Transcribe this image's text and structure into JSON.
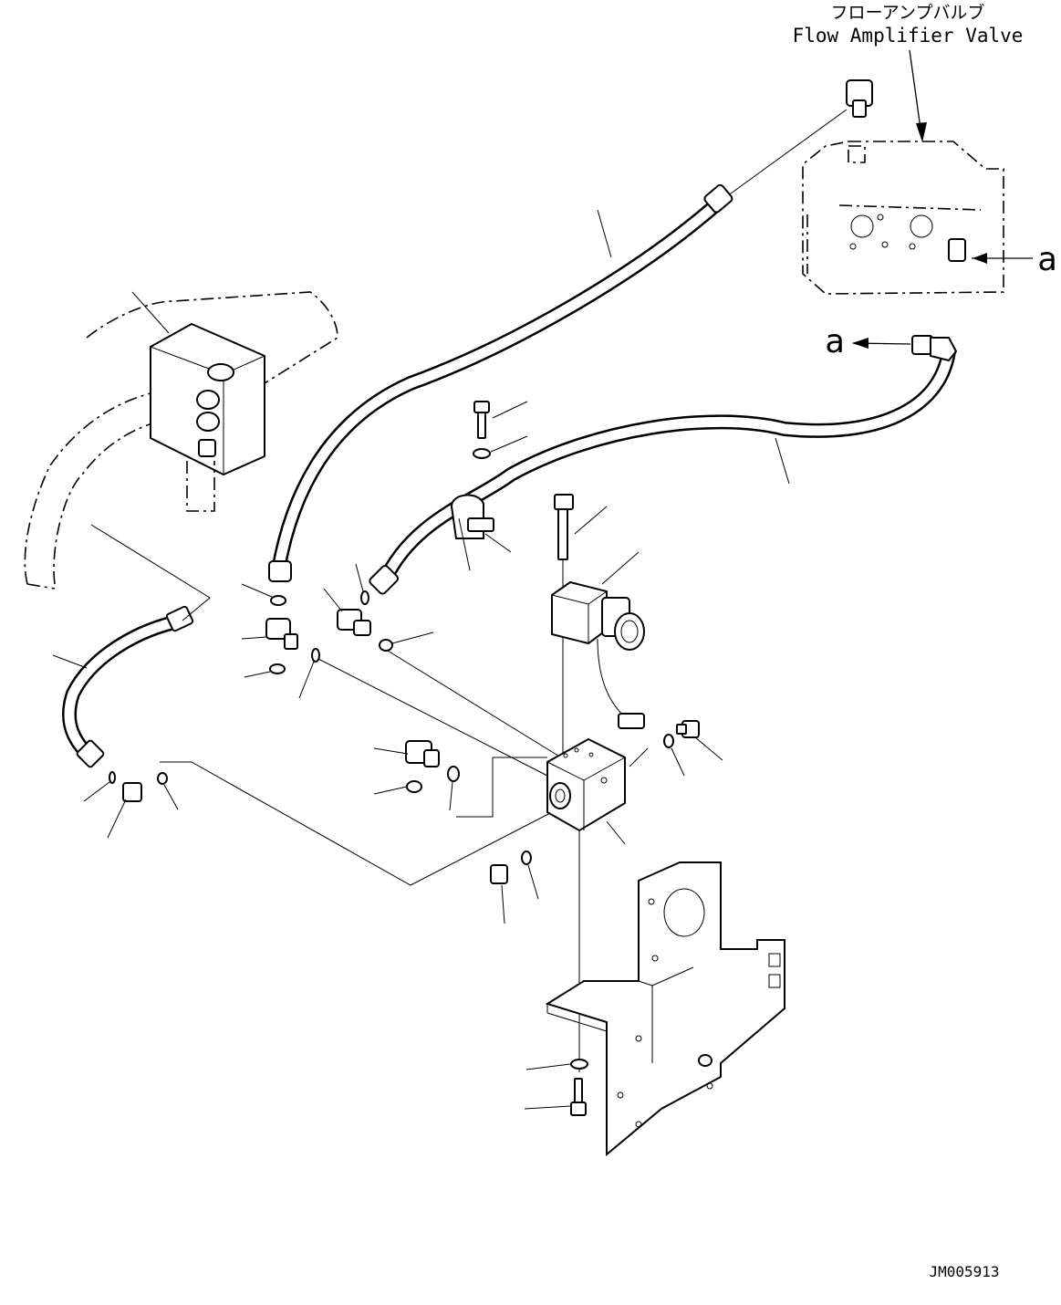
{
  "labels": {
    "flow_amplifier_jp": "フローアンプバルブ",
    "flow_amplifier_en": "Flow Amplifier Valve",
    "ref_a_top": "a",
    "ref_a_hose": "a",
    "drawing_id": "JM005913"
  }
}
